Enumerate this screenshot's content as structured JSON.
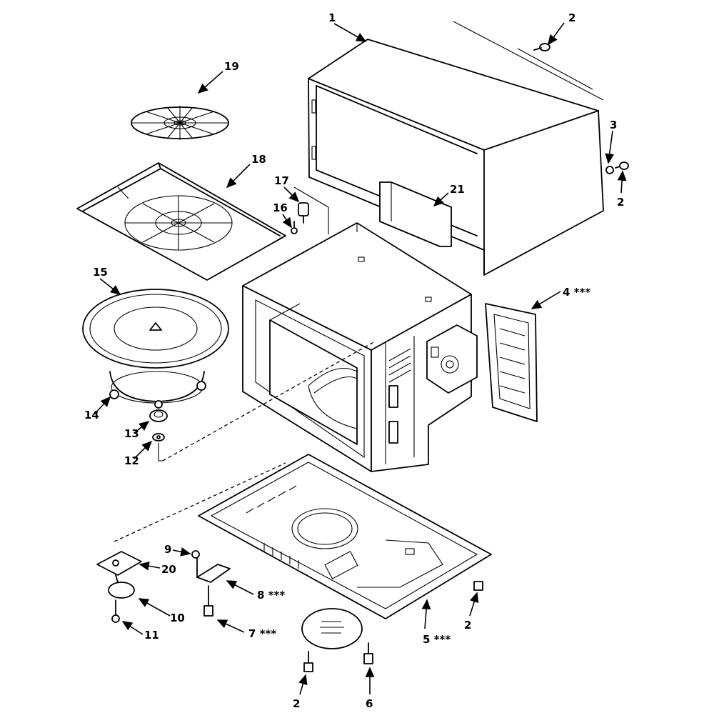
{
  "diagram": {
    "callouts": [
      {
        "id": "c1",
        "text": "1"
      },
      {
        "id": "c2a",
        "text": "2"
      },
      {
        "id": "c3",
        "text": "3"
      },
      {
        "id": "c2b",
        "text": "2"
      },
      {
        "id": "c4",
        "text": "4 ***"
      },
      {
        "id": "c5",
        "text": "5 ***"
      },
      {
        "id": "c2c",
        "text": "2"
      },
      {
        "id": "c6",
        "text": "6"
      },
      {
        "id": "c2d",
        "text": "2"
      },
      {
        "id": "c7",
        "text": "7 ***"
      },
      {
        "id": "c8",
        "text": "8 ***"
      },
      {
        "id": "c9",
        "text": "9"
      },
      {
        "id": "c10",
        "text": "10"
      },
      {
        "id": "c11",
        "text": "11"
      },
      {
        "id": "c20",
        "text": "20"
      },
      {
        "id": "c12",
        "text": "12"
      },
      {
        "id": "c13",
        "text": "13"
      },
      {
        "id": "c14",
        "text": "14"
      },
      {
        "id": "c15",
        "text": "15"
      },
      {
        "id": "c16",
        "text": "16"
      },
      {
        "id": "c17",
        "text": "17"
      },
      {
        "id": "c18",
        "text": "18"
      },
      {
        "id": "c19",
        "text": "19"
      },
      {
        "id": "c21",
        "text": "21"
      }
    ]
  }
}
